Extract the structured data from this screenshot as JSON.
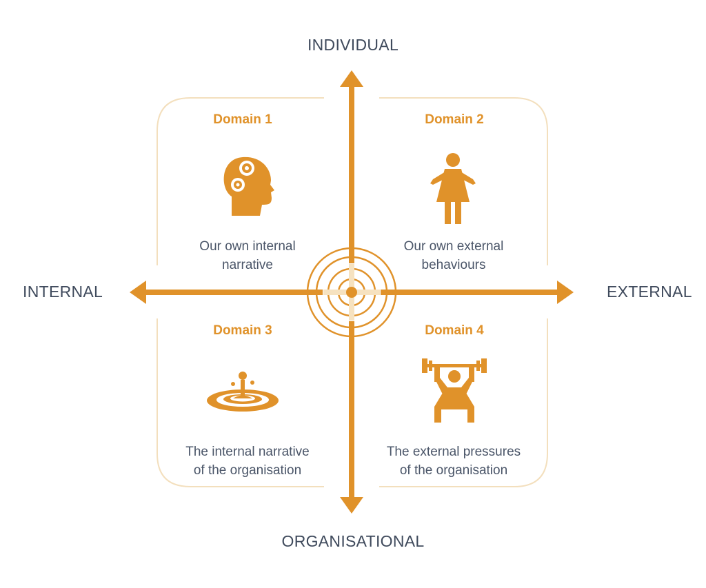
{
  "colors": {
    "accent": "#e0922a",
    "frame": "#f3dfbd",
    "target_center": "#f6e2c0",
    "text_dark": "#3f4a5c",
    "text_body": "#4a5568"
  },
  "axes": {
    "top": "INDIVIDUAL",
    "bottom": "ORGANISATIONAL",
    "left": "INTERNAL",
    "right": "EXTERNAL"
  },
  "domains": [
    {
      "title": "Domain 1",
      "icon": "head-with-gears-icon",
      "description_lines": [
        "Our own internal",
        "narrative"
      ]
    },
    {
      "title": "Domain 2",
      "icon": "person-shrugging-icon",
      "description_lines": [
        "Our own external",
        "behaviours"
      ]
    },
    {
      "title": "Domain 3",
      "icon": "water-ripple-icon",
      "description_lines": [
        "The internal narrative",
        "of the organisation"
      ]
    },
    {
      "title": "Domain 4",
      "icon": "weightlifter-icon",
      "description_lines": [
        "The external pressures",
        "of the organisation"
      ]
    }
  ]
}
